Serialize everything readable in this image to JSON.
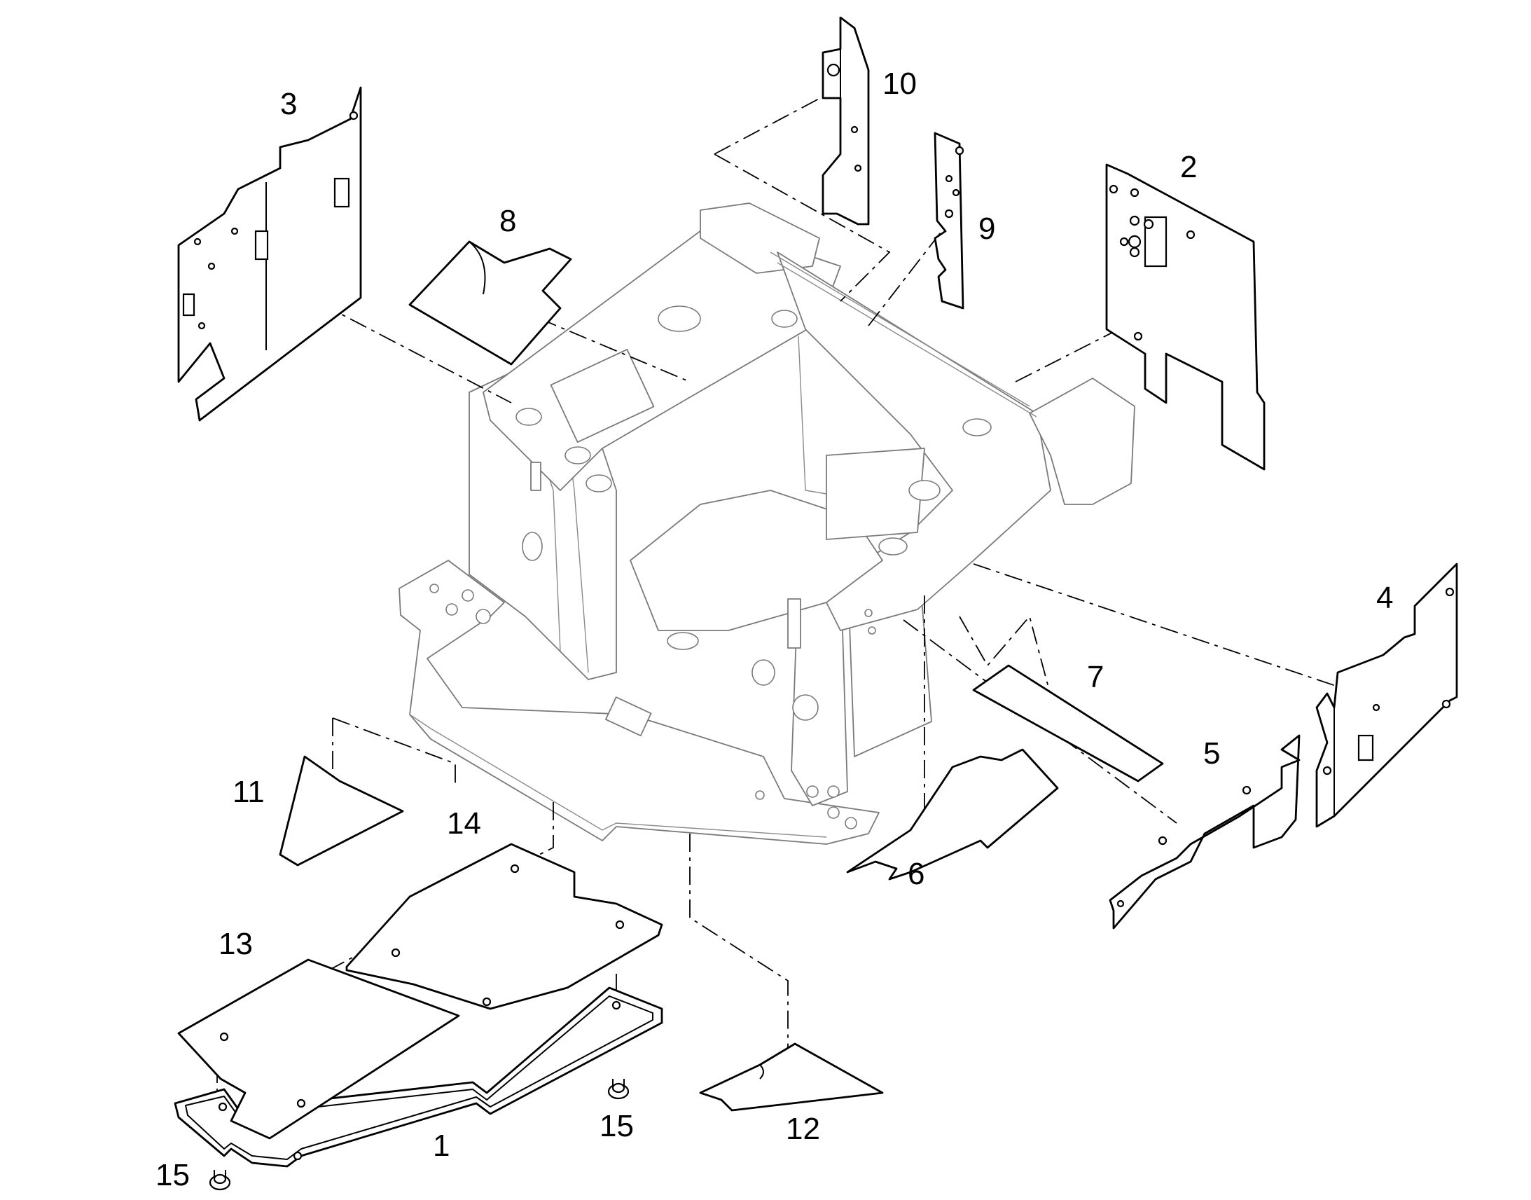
{
  "callouts": [
    {
      "id": "1",
      "label": "1"
    },
    {
      "id": "2",
      "label": "2"
    },
    {
      "id": "3",
      "label": "3"
    },
    {
      "id": "4",
      "label": "4"
    },
    {
      "id": "5",
      "label": "5"
    },
    {
      "id": "6",
      "label": "6"
    },
    {
      "id": "7",
      "label": "7"
    },
    {
      "id": "8",
      "label": "8"
    },
    {
      "id": "9",
      "label": "9"
    },
    {
      "id": "10",
      "label": "10"
    },
    {
      "id": "11",
      "label": "11"
    },
    {
      "id": "12",
      "label": "12"
    },
    {
      "id": "13",
      "label": "13"
    },
    {
      "id": "14",
      "label": "14"
    },
    {
      "id": "15a",
      "label": "15"
    },
    {
      "id": "15b",
      "label": "15"
    }
  ]
}
